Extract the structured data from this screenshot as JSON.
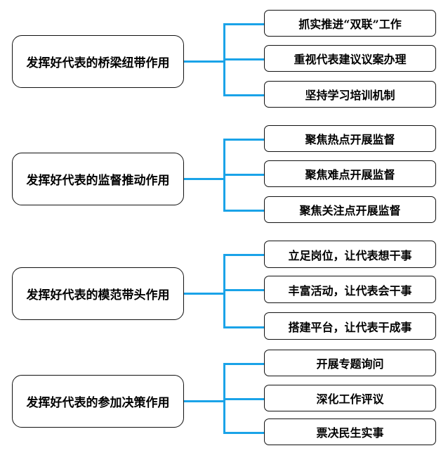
{
  "groups": [
    {
      "main": "发挥好代表的桥梁纽带作用",
      "items": [
        "抓实推进“双联”工作",
        "重视代表建议议案办理",
        "坚持学习培训机制"
      ]
    },
    {
      "main": "发挥好代表的监督推动作用",
      "items": [
        "聚焦热点开展监督",
        "聚焦难点开展监督",
        "聚焦关注点开展监督"
      ]
    },
    {
      "main": "发挥好代表的模范带头作用",
      "items": [
        "立足岗位，让代表想干事",
        "丰富活动，让代表会干事",
        "搭建平台，让代表干成事"
      ]
    },
    {
      "main": "发挥好代表的参加决策作用",
      "items": [
        "开展专题询问",
        "深化工作评议",
        "票决民生实事"
      ]
    }
  ],
  "colors": {
    "connector": "#1aa3e8",
    "border": "#111111"
  }
}
